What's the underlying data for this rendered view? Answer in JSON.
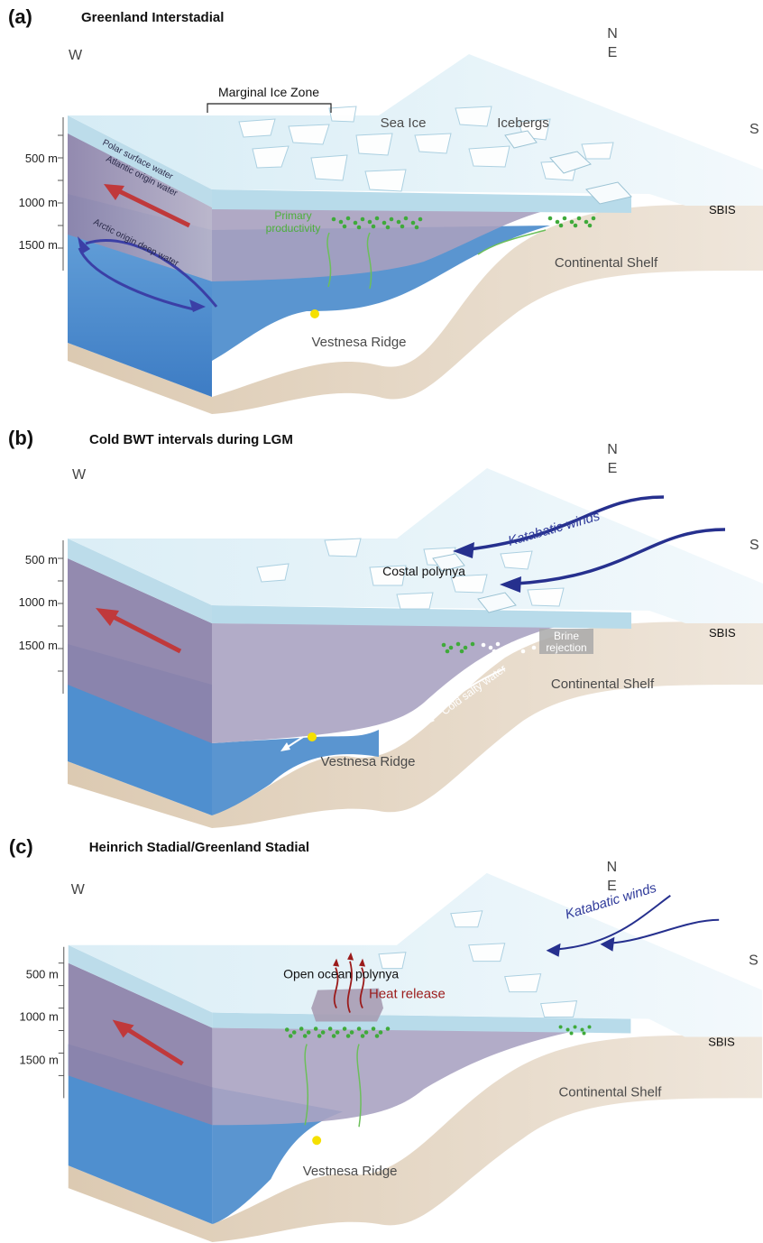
{
  "axis": {
    "depth_ticks": [
      "500 m",
      "1000 m",
      "1500 m"
    ]
  },
  "panels": [
    {
      "label": "(a)",
      "title": "Greenland Interstadial",
      "compass": {
        "west": "W",
        "north": "N",
        "east": "E",
        "south": "S"
      },
      "labels": {
        "marginal_ice_zone": "Marginal Ice Zone",
        "sea_ice": "Sea Ice",
        "icebergs": "Icebergs",
        "sbis": "SBIS",
        "continental_shelf": "Continental Shelf",
        "vestnesa_ridge": "Vestnesa Ridge",
        "primary_productivity_line1": "Primary",
        "primary_productivity_line2": "productivity",
        "polar_surface_water": "Polar surface water",
        "atlantic_origin_water": "Atlantic origin water",
        "arctic_origin_deep_water": "Arctic origin deep water"
      }
    },
    {
      "label": "(b)",
      "title": "Cold BWT intervals during LGM",
      "compass": {
        "west": "W",
        "north": "N",
        "east": "E",
        "south": "S"
      },
      "labels": {
        "katabatic_winds": "Katabatic winds",
        "costal_polynya": "Costal polynya",
        "brine_line1": "Brine",
        "brine_line2": "rejection",
        "sbis": "SBIS",
        "continental_shelf": "Continental Shelf",
        "cold_salty_water": "Cold salty water",
        "vestnesa_ridge": "Vestnesa Ridge"
      }
    },
    {
      "label": "(c)",
      "title": "Heinrich Stadial/Greenland Stadial",
      "compass": {
        "west": "W",
        "north": "N",
        "east": "E",
        "south": "S"
      },
      "labels": {
        "katabatic_winds": "Katabatic winds",
        "open_ocean_polynya": "Open ocean polynya",
        "heat_release": "Heat release",
        "sbis": "SBIS",
        "continental_shelf": "Continental Shelf",
        "vestnesa_ridge": "Vestnesa Ridge"
      }
    }
  ],
  "colors": {
    "sky_ice": "#e3f2f8",
    "shelf_top": "#eef6fa",
    "atlantic_water": "#9b8fb0",
    "deep_water": "#4f8fcf",
    "surface_water": "#bfe0ee",
    "sediment": "#e4d6c4",
    "atlantic_arrow": "#c0393b",
    "deep_arrow": "#3b3fa6",
    "wind": "#26308e",
    "productivity": "#3faa3a",
    "heat": "#9b1b1b",
    "ridge_seep": "#f5e000"
  }
}
